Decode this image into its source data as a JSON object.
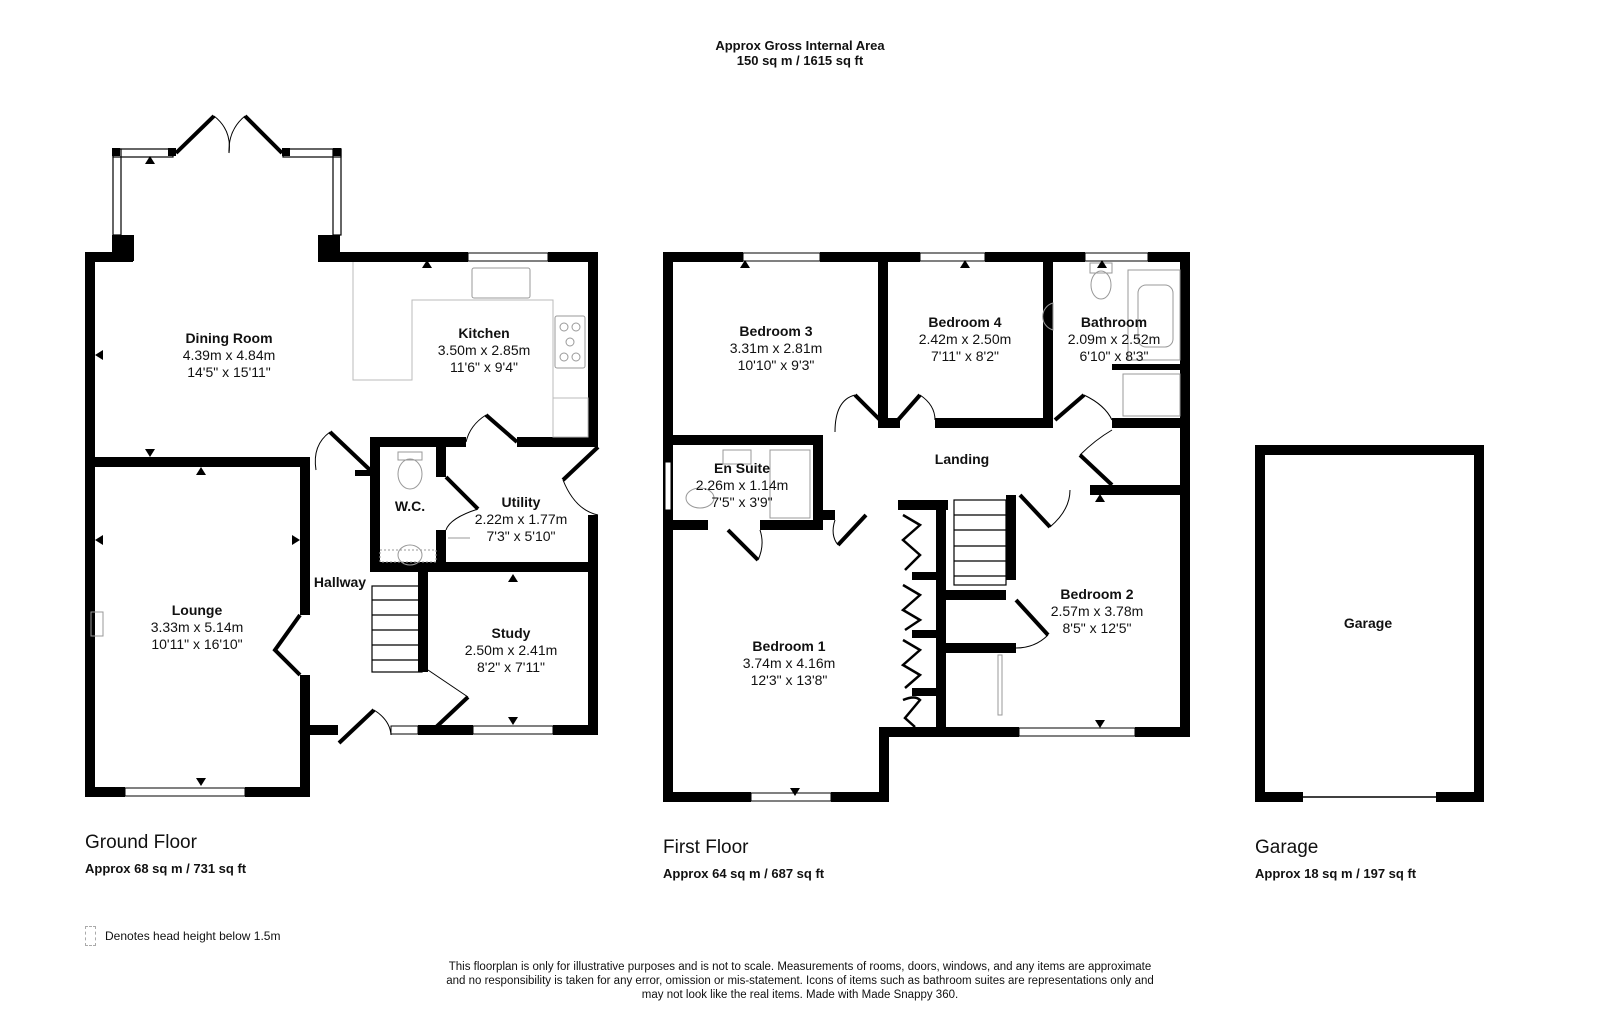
{
  "header": {
    "title_line1": "Approx Gross Internal Area",
    "title_line2": "150 sq m / 1615 sq ft"
  },
  "floors": {
    "ground": {
      "name": "Ground Floor",
      "area": "Approx 68 sq m / 731 sq ft",
      "rooms": {
        "dining": {
          "name": "Dining Room",
          "metric": "4.39m x 4.84m",
          "imperial": "14'5\" x 15'11\""
        },
        "kitchen": {
          "name": "Kitchen",
          "metric": "3.50m x 2.85m",
          "imperial": "11'6\" x 9'4\""
        },
        "wc": {
          "name": "W.C."
        },
        "utility": {
          "name": "Utility",
          "metric": "2.22m x 1.77m",
          "imperial": "7'3\" x 5'10\""
        },
        "hallway": {
          "name": "Hallway"
        },
        "lounge": {
          "name": "Lounge",
          "metric": "3.33m x 5.14m",
          "imperial": "10'11\" x 16'10\""
        },
        "study": {
          "name": "Study",
          "metric": "2.50m x 2.41m",
          "imperial": "8'2\" x 7'11\""
        }
      }
    },
    "first": {
      "name": "First Floor",
      "area": "Approx 64 sq m / 687 sq ft",
      "rooms": {
        "bedroom3": {
          "name": "Bedroom 3",
          "metric": "3.31m x 2.81m",
          "imperial": "10'10\" x 9'3\""
        },
        "bedroom4": {
          "name": "Bedroom 4",
          "metric": "2.42m x 2.50m",
          "imperial": "7'11\" x 8'2\""
        },
        "bathroom": {
          "name": "Bathroom",
          "metric": "2.09m x 2.52m",
          "imperial": "6'10\" x 8'3\""
        },
        "ensuite": {
          "name": "En Suite",
          "metric": "2.26m x 1.14m",
          "imperial": "7'5\" x 3'9\""
        },
        "landing": {
          "name": "Landing"
        },
        "bedroom1": {
          "name": "Bedroom 1",
          "metric": "3.74m x 4.16m",
          "imperial": "12'3\" x 13'8\""
        },
        "bedroom2": {
          "name": "Bedroom 2",
          "metric": "2.57m x 3.78m",
          "imperial": "8'5\" x 12'5\""
        }
      }
    },
    "garage": {
      "name": "Garage",
      "area": "Approx 18 sq m / 197 sq ft",
      "rooms": {
        "garage": {
          "name": "Garage"
        }
      }
    }
  },
  "legend": {
    "text": "Denotes head height below 1.5m"
  },
  "disclaimer": {
    "line1": "This floorplan is only for illustrative purposes and is not to scale. Measurements of rooms, doors, windows, and any items are approximate",
    "line2": "and no responsibility is taken for any error, omission or mis-statement. Icons of items such as bathroom suites are representations only and",
    "line3": "may not look like the real items. Made with Made Snappy 360."
  }
}
